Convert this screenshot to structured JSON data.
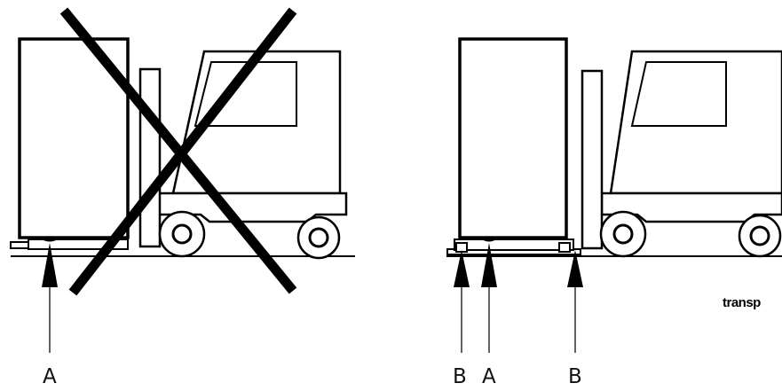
{
  "figure": {
    "wrong_panel": {
      "status": "incorrect",
      "mark": "large-x",
      "support_points": [
        {
          "label": "A"
        }
      ]
    },
    "right_panel": {
      "status": "correct",
      "support_points": [
        {
          "label": "B"
        },
        {
          "label": "A"
        },
        {
          "label": "B"
        }
      ]
    },
    "tag": "transp",
    "colors": {
      "ink": "#000000",
      "fill": "#ffffff",
      "arrow": "#000000"
    }
  }
}
